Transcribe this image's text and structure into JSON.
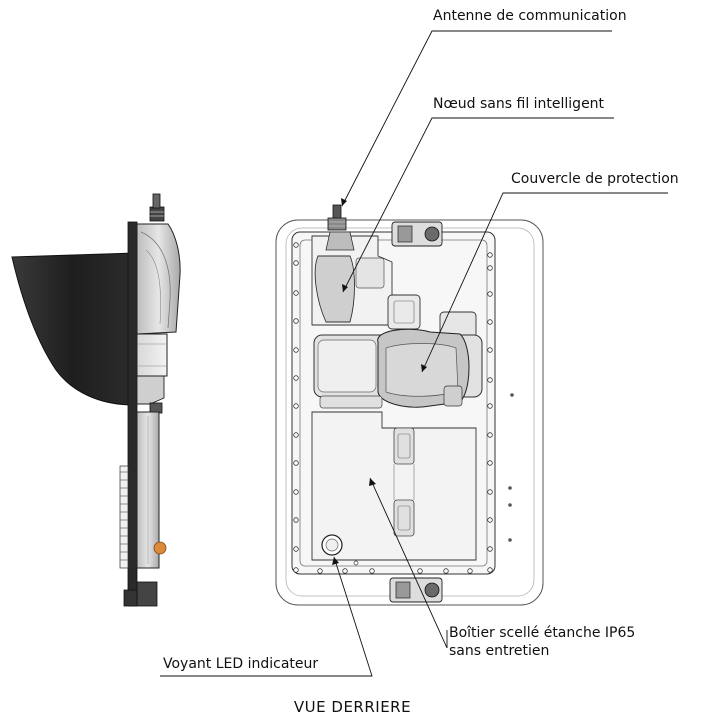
{
  "labels": {
    "antenna": "Antenne de communication",
    "node": "Nœud sans fil intelligent",
    "cover": "Couvercle de protection",
    "housing_line1": "Boîtier scellé étanche IP65",
    "housing_line2": "sans entretien",
    "led": "Voyant LED indicateur"
  },
  "view_title": "VUE DERRIERE"
}
